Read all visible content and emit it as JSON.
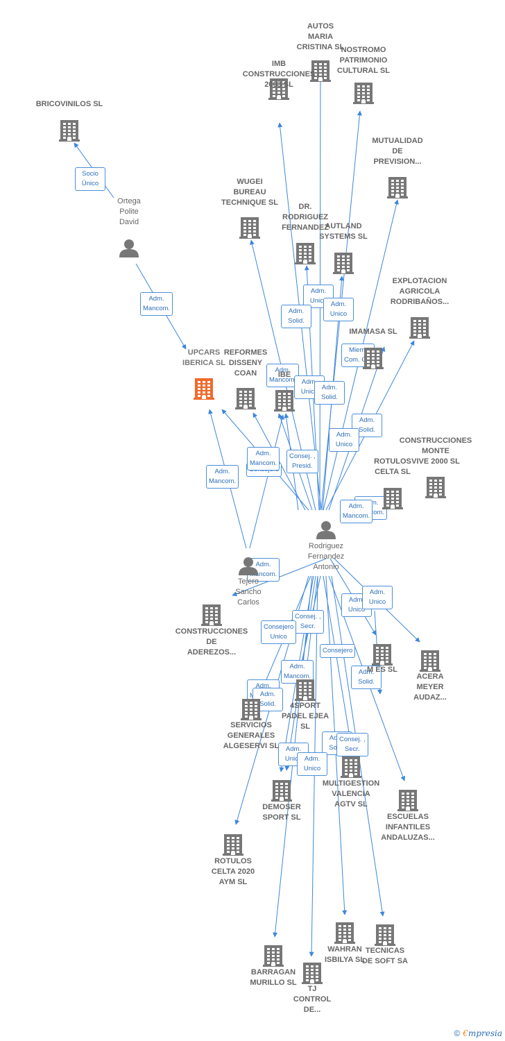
{
  "colors": {
    "edge": "#3d86dc",
    "node_icon": "#777777",
    "focal_icon": "#f06a2b",
    "label": "#666666"
  },
  "nodes": [
    {
      "id": "autos",
      "type": "company",
      "label": "AUTOS\nMARIA\nCRISTINA SL"
    },
    {
      "id": "nostromo",
      "type": "company",
      "label": "NOSTROMO\nPATRIMONIO\nCULTURAL  SL"
    },
    {
      "id": "imb",
      "type": "company",
      "label": "IMB\nCONSTRUCCIONES\n2003  SL"
    },
    {
      "id": "bricovinilos",
      "type": "company",
      "label": "BRICOVINILOS SL"
    },
    {
      "id": "mutualidad",
      "type": "company",
      "label": "MUTUALIDAD\nDE\nPREVISION..."
    },
    {
      "id": "wugei",
      "type": "company",
      "label": "WUGEI\nBUREAU\nTECHNIQUE SL"
    },
    {
      "id": "ortega",
      "type": "person",
      "label": "Ortega\nPolite\nDavid"
    },
    {
      "id": "drrodriguez",
      "type": "company",
      "label": "DR.\nRODRIGUEZ\nFERNANDEZ"
    },
    {
      "id": "autland",
      "type": "company",
      "label": "AUTLAND\nSYSTEMS SL"
    },
    {
      "id": "explotacion",
      "type": "company",
      "label": "EXPLOTACION\nAGRICOLA\nRODRIBAÑOS..."
    },
    {
      "id": "imamasa",
      "type": "company",
      "label": "IMAMASA   SL"
    },
    {
      "id": "upcars",
      "type": "focal",
      "label": "UPCARS\nIBERICA  SL"
    },
    {
      "id": "reformes",
      "type": "company",
      "label": "REFORMES\nDISSENY\nCOAN"
    },
    {
      "id": "ibe",
      "type": "company",
      "label": "IBE"
    },
    {
      "id": "construccionesmonte",
      "type": "company",
      "label": "CONSTRUCCIONES\nMONTE\nVIVE 2000 SL"
    },
    {
      "id": "rotuloscelta",
      "type": "company",
      "label": "ROTULOS\nCELTA  SL"
    },
    {
      "id": "rodriguez",
      "type": "person",
      "label": "Rodriguez\nFernandez\nAntonio"
    },
    {
      "id": "tejero",
      "type": "person",
      "label": "Tejero\nSancho\nCarlos"
    },
    {
      "id": "aderezos",
      "type": "company",
      "label": "CONSTRUCCIONES\nDE\nADEREZOS..."
    },
    {
      "id": "mueblesl",
      "type": "company",
      "label": "M           ES  SL"
    },
    {
      "id": "acera",
      "type": "company",
      "label": "ACERA\nMEYER\nAUDAZ..."
    },
    {
      "id": "algeservi",
      "type": "company",
      "label": "SERVICIOS\nGENERALES\nALGESERVI  SL"
    },
    {
      "id": "padel",
      "type": "company",
      "label": "4SPORT\nPADEL EJEA\nSL"
    },
    {
      "id": "multigestion",
      "type": "company",
      "label": "MULTIGESTION\nVALENCIA\nAGTV SL"
    },
    {
      "id": "demoser",
      "type": "company",
      "label": "DEMOSER\nSPORT SL"
    },
    {
      "id": "escuelas",
      "type": "company",
      "label": "ESCUELAS\nINFANTILES\nANDALUZAS..."
    },
    {
      "id": "rotulos2020",
      "type": "company",
      "label": "ROTULOS\nCELTA 2020\nAYM  SL"
    },
    {
      "id": "wahran",
      "type": "company",
      "label": "WAHRAN\nISBILYA SL"
    },
    {
      "id": "tecnicas",
      "type": "company",
      "label": "TECNICAS\nDE SOFT SA"
    },
    {
      "id": "barragan",
      "type": "company",
      "label": "BARRAGAN\nMURILLO SL"
    },
    {
      "id": "tj",
      "type": "company",
      "label": "TJ\nCONTROL\nDE..."
    }
  ],
  "relations": [
    {
      "id": "r1",
      "label": "Socio\nÚnico"
    },
    {
      "id": "r2",
      "label": "Adm.\nMancom."
    },
    {
      "id": "r3",
      "label": "Adm.\nUnico"
    },
    {
      "id": "r4",
      "label": "Adm.\nUnico"
    },
    {
      "id": "r5",
      "label": "Adm.\nSolid."
    },
    {
      "id": "r6",
      "label": "Miem.\nCom. Ctr."
    },
    {
      "id": "r7",
      "label": "Adm.\nMancom."
    },
    {
      "id": "r8",
      "label": "Adm.\nUnico"
    },
    {
      "id": "r9",
      "label": "Adm.\nSolid."
    },
    {
      "id": "r10",
      "label": "Adm.\nSolid."
    },
    {
      "id": "r11",
      "label": "Adm.\nUnico"
    },
    {
      "id": "r12",
      "label": "Consej. ,\nPresid."
    },
    {
      "id": "r13",
      "label": "Consejero"
    },
    {
      "id": "r14",
      "label": "Adm.\nMancom."
    },
    {
      "id": "r15",
      "label": "Adm.\nMancom."
    },
    {
      "id": "r16",
      "label": "Adm.\nMancom."
    },
    {
      "id": "r17",
      "label": "Adm.\nMancom."
    },
    {
      "id": "r18",
      "label": "Adm.\nMancom."
    },
    {
      "id": "r19",
      "label": "Adm.\nUnico"
    },
    {
      "id": "r20",
      "label": "Adm.\nUnico"
    },
    {
      "id": "r21",
      "label": "Consej. ,\nSecr."
    },
    {
      "id": "r22",
      "label": "Consejero"
    },
    {
      "id": "r23",
      "label": "Consejero\nUnico"
    },
    {
      "id": "r24",
      "label": "Adm.\nMancom."
    },
    {
      "id": "r25",
      "label": "Adm.\nSolid."
    },
    {
      "id": "r26",
      "label": "Adm.\nMancom."
    },
    {
      "id": "r27",
      "label": "Adm.\nSolid."
    },
    {
      "id": "r28",
      "label": "Adm.\nSolid."
    },
    {
      "id": "r29",
      "label": "Consej. ,\nSecr."
    },
    {
      "id": "r30",
      "label": "Adm.\nUnico"
    },
    {
      "id": "r31",
      "label": "Adm.\nUnico"
    }
  ],
  "brand": {
    "copyright": "©",
    "name_initial": "€",
    "name_rest": "mpresia"
  }
}
